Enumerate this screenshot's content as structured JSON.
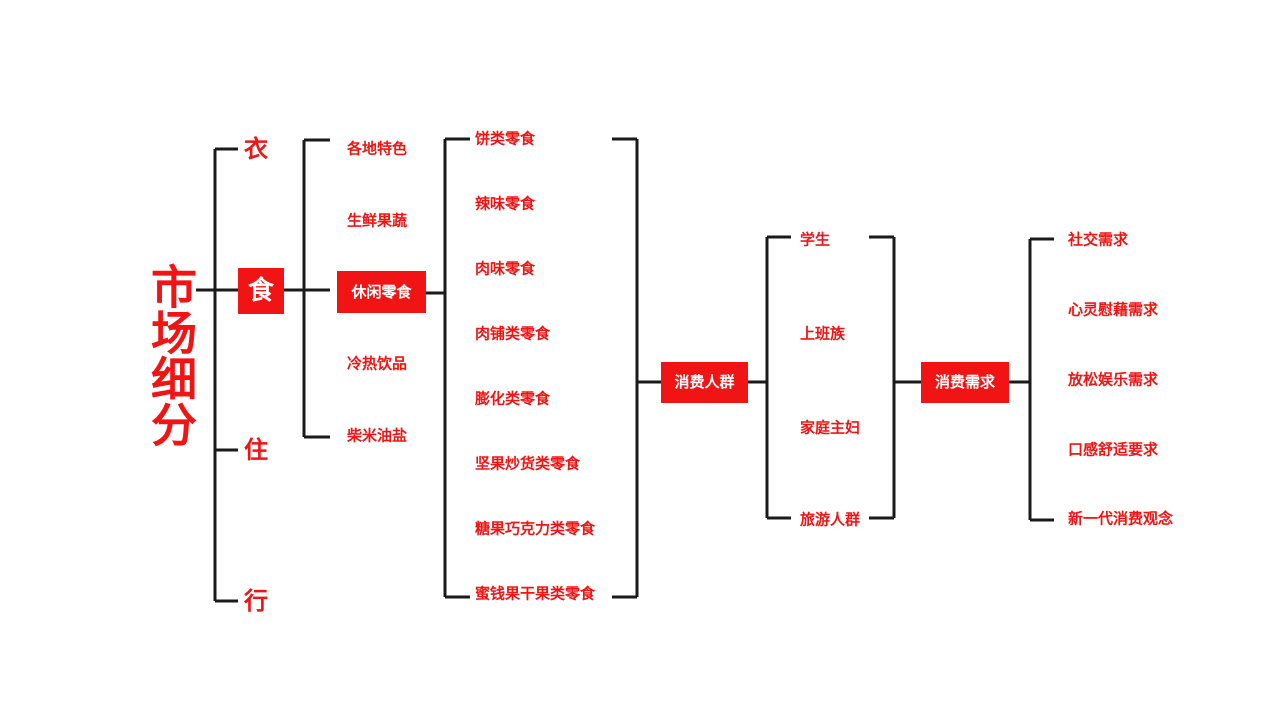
{
  "diagram": {
    "root": {
      "label": "市场细分"
    },
    "level1": {
      "items": [
        {
          "label": "衣",
          "highlighted": false
        },
        {
          "label": "食",
          "highlighted": true
        },
        {
          "label": "住",
          "highlighted": false
        },
        {
          "label": "行",
          "highlighted": false
        }
      ]
    },
    "level2": {
      "parent": "食",
      "items": [
        {
          "label": "各地特色",
          "highlighted": false
        },
        {
          "label": "生鲜果蔬",
          "highlighted": false
        },
        {
          "label": "休闲零食",
          "highlighted": true
        },
        {
          "label": "冷热饮品",
          "highlighted": false
        },
        {
          "label": "柴米油盐",
          "highlighted": false
        }
      ]
    },
    "level3": {
      "parent": "休闲零食",
      "items": [
        {
          "label": "饼类零食"
        },
        {
          "label": "辣味零食"
        },
        {
          "label": "肉味零食"
        },
        {
          "label": "肉铺类零食"
        },
        {
          "label": "膨化类零食"
        },
        {
          "label": "坚果炒货类零食"
        },
        {
          "label": "糖果巧克力类零食"
        },
        {
          "label": "蜜钱果干果类零食"
        }
      ]
    },
    "level4": {
      "node": {
        "label": "消费人群",
        "highlighted": true
      },
      "items": [
        {
          "label": "学生"
        },
        {
          "label": "上班族"
        },
        {
          "label": "家庭主妇"
        },
        {
          "label": "旅游人群"
        }
      ]
    },
    "level5": {
      "node": {
        "label": "消费需求",
        "highlighted": true
      },
      "items": [
        {
          "label": "社交需求"
        },
        {
          "label": "心灵慰藉需求"
        },
        {
          "label": "放松娱乐需求"
        },
        {
          "label": "口感舒适要求"
        },
        {
          "label": "新一代消费观念"
        }
      ]
    }
  },
  "colors": {
    "brand_red": "#f01414",
    "line_black": "#1a1a1a",
    "background": "#ffffff",
    "chip_text": "#ffffff"
  }
}
